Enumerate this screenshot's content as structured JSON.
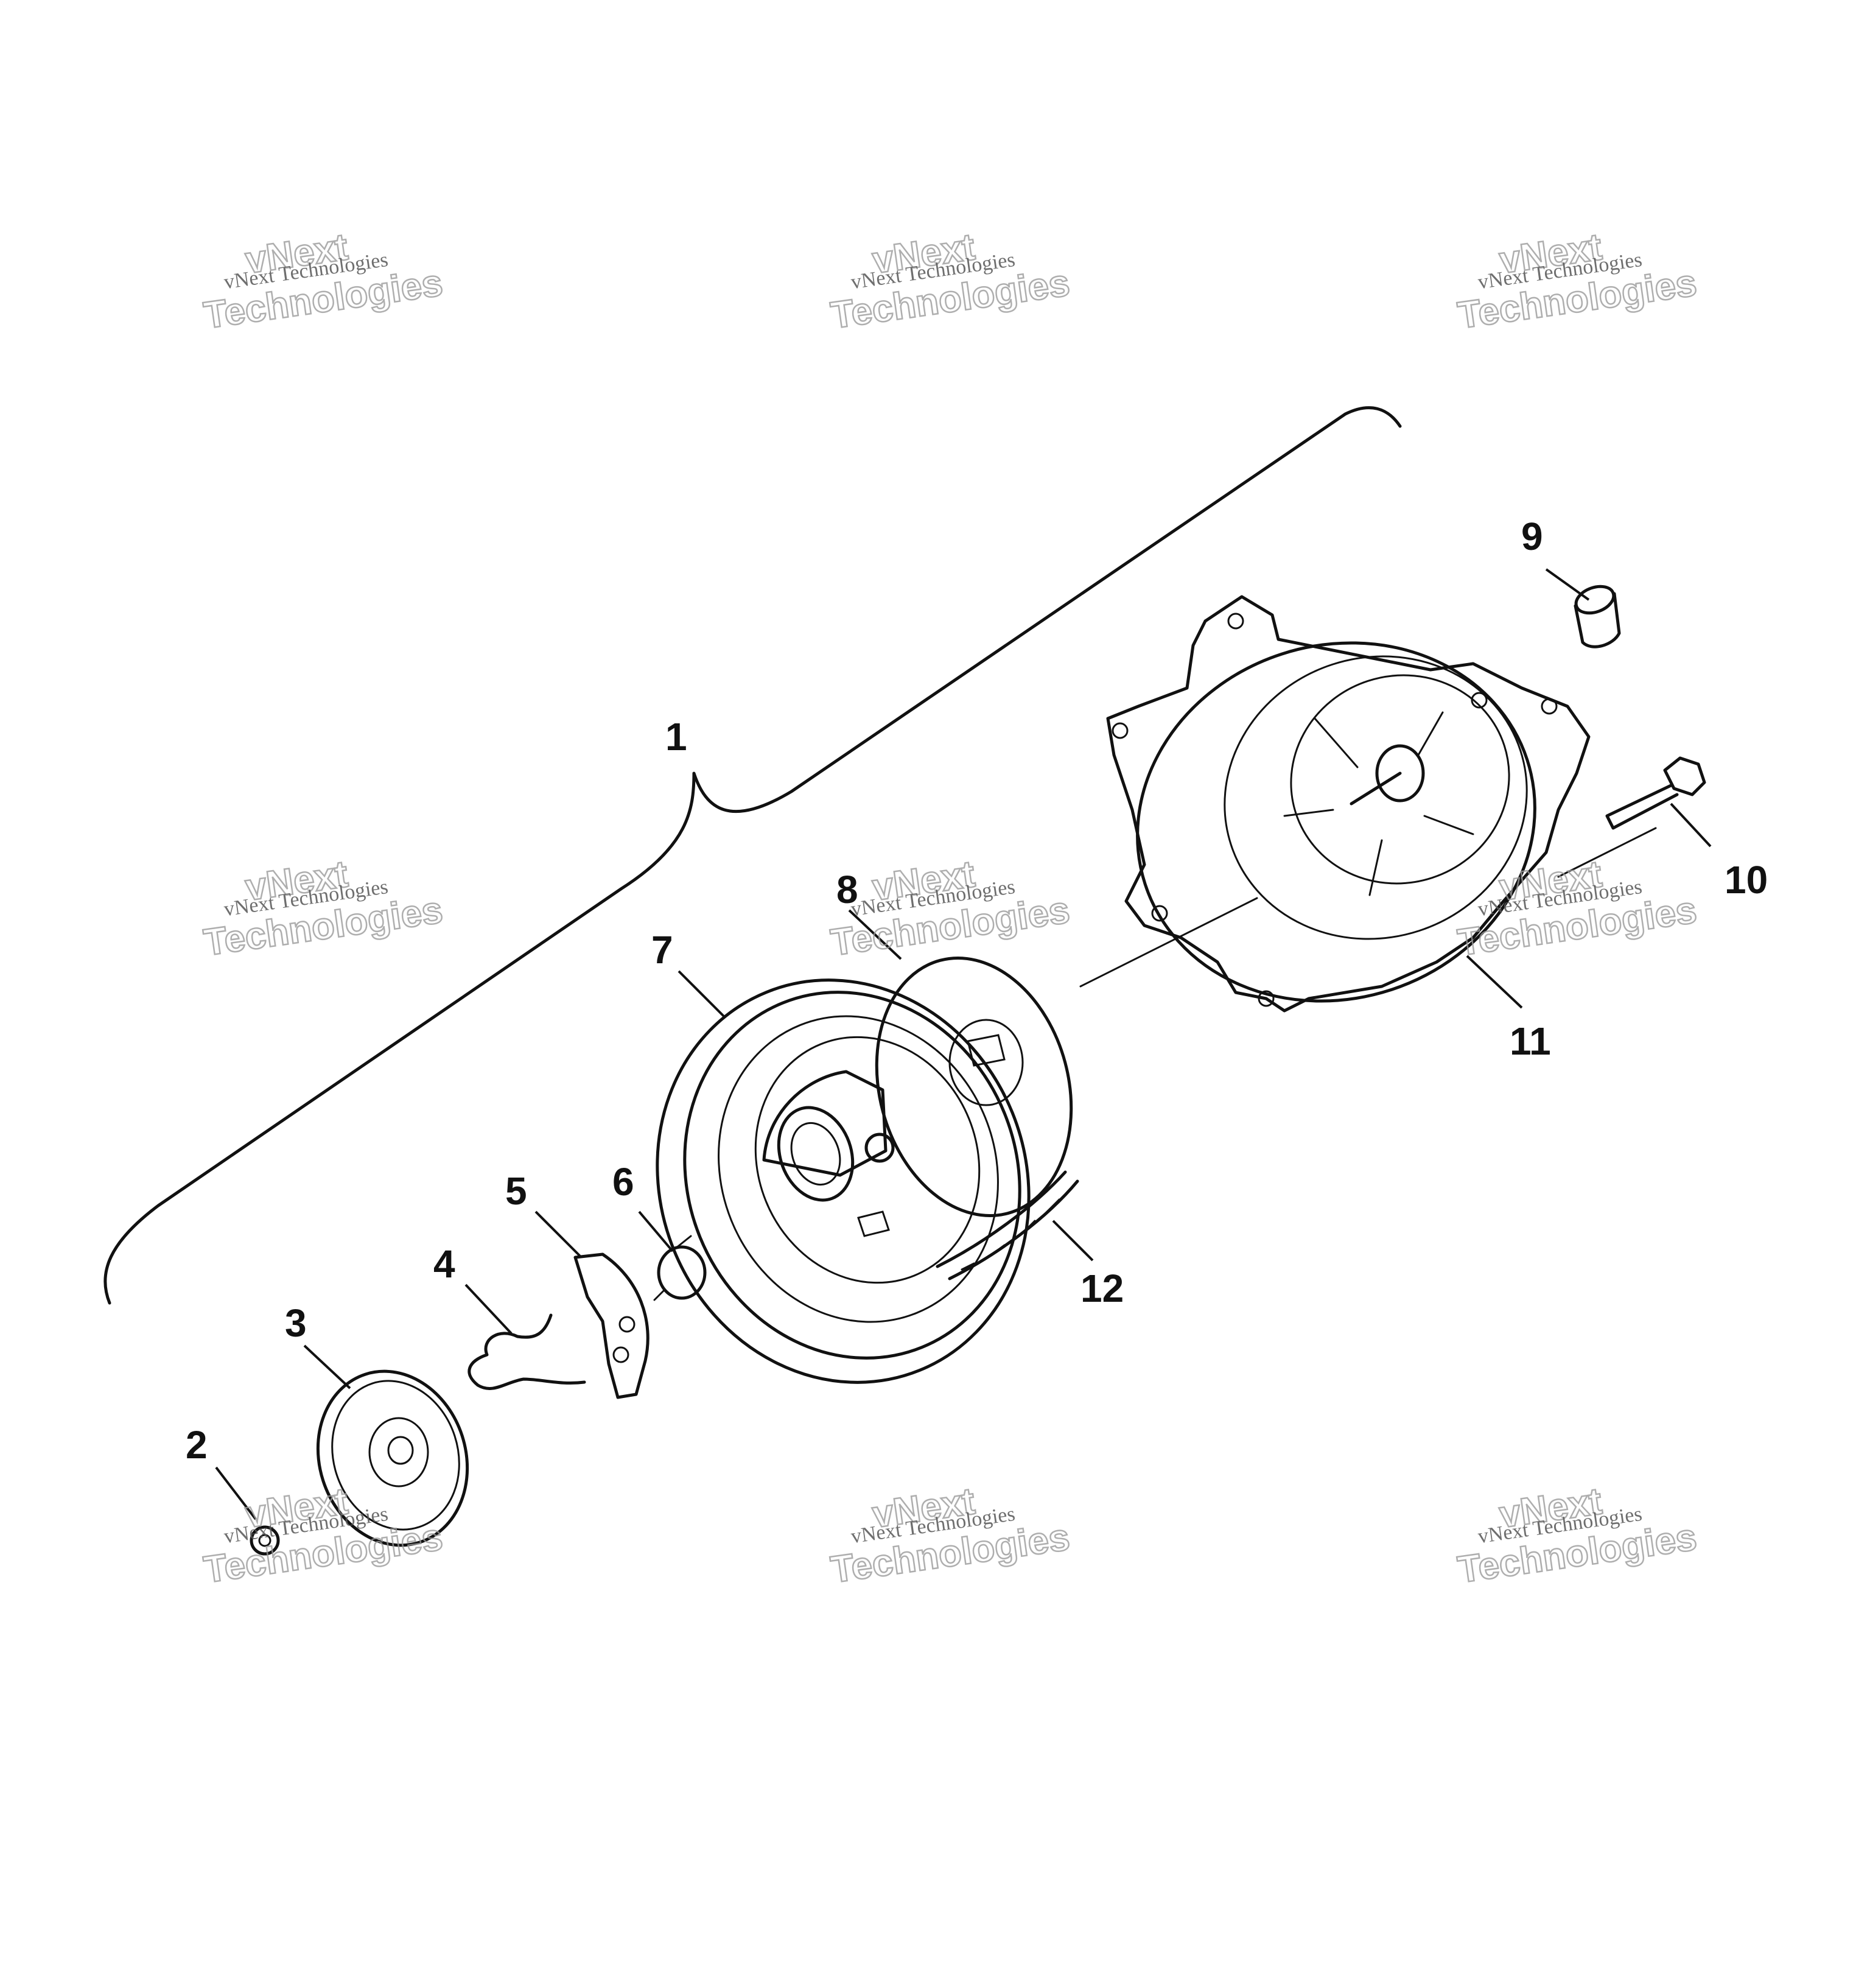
{
  "diagram": {
    "callouts": [
      {
        "id": "1",
        "label": "1"
      },
      {
        "id": "2",
        "label": "2"
      },
      {
        "id": "3",
        "label": "3"
      },
      {
        "id": "4",
        "label": "4"
      },
      {
        "id": "5",
        "label": "5"
      },
      {
        "id": "6",
        "label": "6"
      },
      {
        "id": "7",
        "label": "7"
      },
      {
        "id": "8",
        "label": "8"
      },
      {
        "id": "9",
        "label": "9"
      },
      {
        "id": "10",
        "label": "10"
      },
      {
        "id": "11",
        "label": "11"
      },
      {
        "id": "12",
        "label": "12"
      }
    ],
    "watermark": {
      "line1": "vNext",
      "line2": "vNext Technologies",
      "line3": "Technologies"
    }
  }
}
